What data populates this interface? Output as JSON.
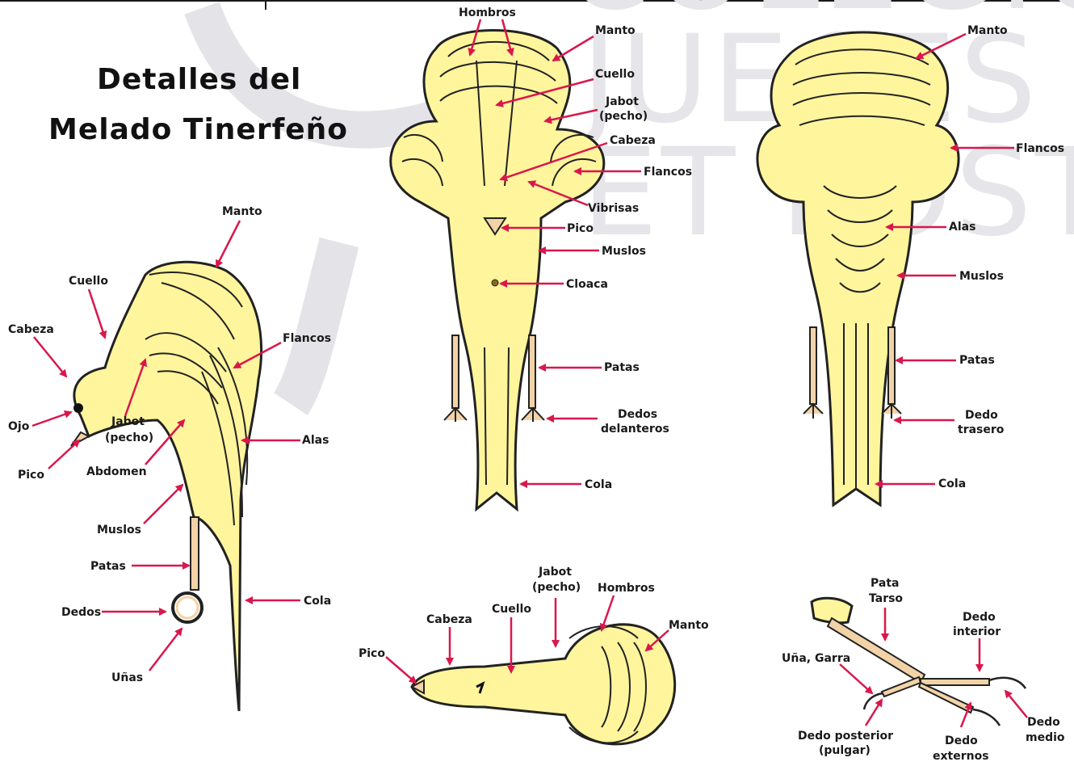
{
  "title": {
    "line1": "Detalles del",
    "line2": "Melado Tinerfeño"
  },
  "watermark": {
    "line1": "COLEGIO DE",
    "line2": "JUECES COE",
    "line3": "ET POSTURA"
  },
  "side_view": {
    "manto": "Manto",
    "cuello": "Cuello",
    "cabeza": "Cabeza",
    "flancos": "Flancos",
    "ojo": "Ojo",
    "jabot": "Jabot",
    "pecho": "(pecho)",
    "pico": "Pico",
    "abdomen": "Abdomen",
    "alas": "Alas",
    "muslos": "Muslos",
    "patas": "Patas",
    "dedos": "Dedos",
    "cola": "Cola",
    "unas": "Uñas"
  },
  "front_view": {
    "hombros": "Hombros",
    "manto": "Manto",
    "cuello": "Cuello",
    "jabot": "Jabot",
    "pecho": "(pecho)",
    "cabeza": "Cabeza",
    "flancos": "Flancos",
    "vibrisas": "Vibrisas",
    "pico": "Pico",
    "muslos": "Muslos",
    "cloaca": "Cloaca",
    "patas": "Patas",
    "dedos": "Dedos",
    "delanteros": "delanteros",
    "cola": "Cola"
  },
  "back_view": {
    "manto": "Manto",
    "flancos": "Flancos",
    "alas": "Alas",
    "muslos": "Muslos",
    "patas": "Patas",
    "dedo": "Dedo",
    "trasero": "trasero",
    "cola": "Cola"
  },
  "top_view": {
    "jabot": "Jabot",
    "pecho": "(pecho)",
    "hombros": "Hombros",
    "cabeza": "Cabeza",
    "cuello": "Cuello",
    "manto": "Manto",
    "pico": "Pico"
  },
  "foot_view": {
    "pata": "Pata",
    "tarso": "Tarso",
    "dedo_interior_1": "Dedo",
    "dedo_interior_2": "interior",
    "una_garra": "Uña, Garra",
    "dedo_posterior_1": "Dedo posterior",
    "dedo_posterior_2": "(pulgar)",
    "dedo_externos_1": "Dedo",
    "dedo_externos_2": "externos",
    "dedo_medio_1": "Dedo",
    "dedo_medio_2": "medio"
  },
  "colors": {
    "body": "#fff59d",
    "arrow": "#d9174b",
    "outline": "#222222",
    "watermark": "#e6e6ea"
  }
}
